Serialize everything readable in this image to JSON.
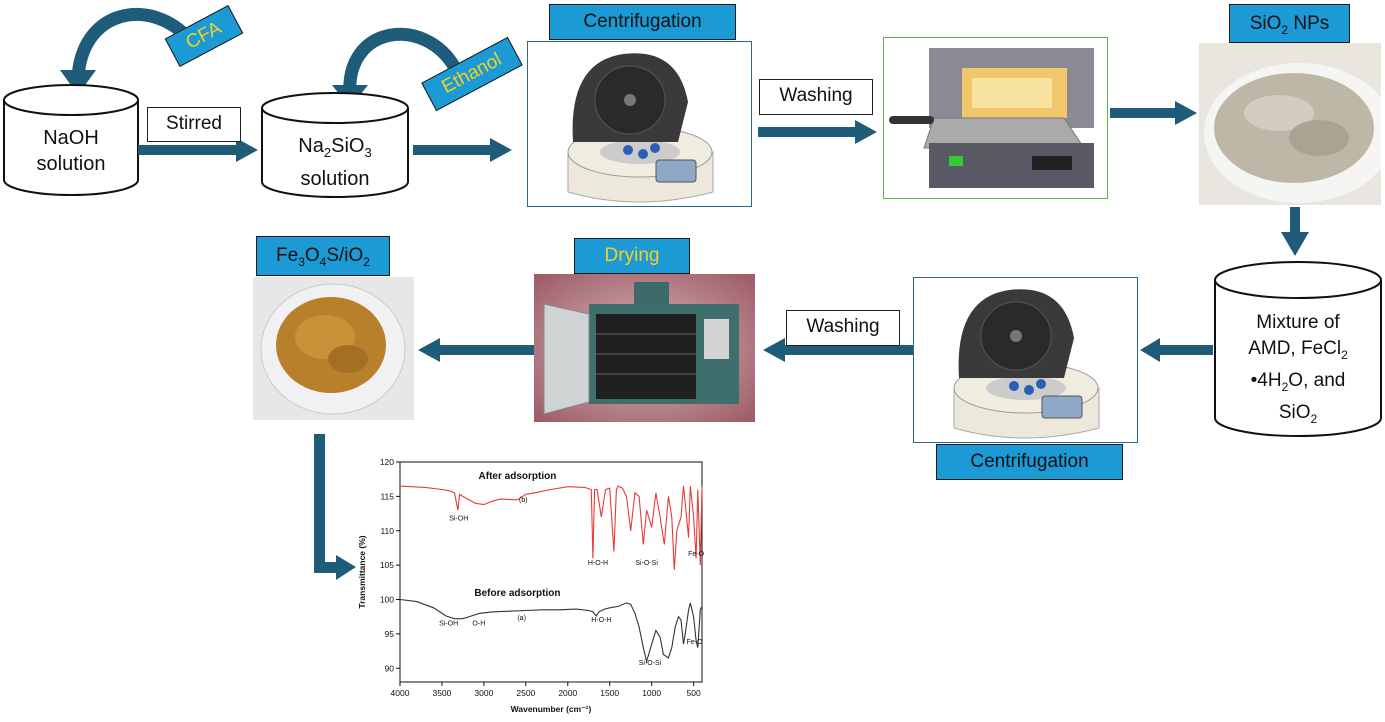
{
  "process": {
    "cfa": "CFA",
    "ethanol": "Ethanol",
    "naoh_line1": "NaOH",
    "naoh_line2": "solution",
    "stirred": "Stirred",
    "na2sio3_na": "Na",
    "na2sio3_2": "2",
    "na2sio3_sio": "SiO",
    "na2sio3_3": "3",
    "na2sio3_line2": "solution",
    "centrifugation_top": "Centrifugation",
    "washing_top": "Washing",
    "sio2_si": "SiO",
    "sio2_2": "2",
    "sio2_nps": " NPs",
    "mixture_l1": "Mixture of",
    "mixture_l2a": "AMD, FeCl",
    "mixture_l2b": "2",
    "mixture_l3a": "•4H",
    "mixture_l3b": "2",
    "mixture_l3c": "O, and",
    "mixture_l4a": "SiO",
    "mixture_l4b": "2",
    "centrifugation_bottom": "Centrifugation",
    "washing_bottom": "Washing",
    "drying": "Drying",
    "product_fe": "Fe",
    "product_3": "3",
    "product_o": "O",
    "product_4": "4",
    "product_rest": "S/iO",
    "product_2": "2"
  },
  "colors": {
    "arrow": "#1f5c7a",
    "title_box": "#1b9ad6",
    "yellow_text": "#f4d21e",
    "after_curve": "#e83a3a",
    "before_curve": "#333333"
  },
  "chart_data": {
    "type": "line",
    "xlabel": "Wavenumber (cm⁻¹)",
    "ylabel": "Transmittance (%)",
    "xlim": [
      4000,
      400
    ],
    "ylim": [
      88,
      120
    ],
    "xticks": [
      "4000",
      "3500",
      "3000",
      "2500",
      "2000",
      "1500",
      "1000",
      "500"
    ],
    "yticks": [
      "90",
      "95",
      "100",
      "105",
      "110",
      "115",
      "120"
    ],
    "series": [
      {
        "name": "After adsorption",
        "tag": "(b)",
        "x": [
          4000,
          3700,
          3500,
          3400,
          3350,
          3310,
          3290,
          3250,
          3100,
          3000,
          2900,
          2800,
          2600,
          2500,
          2400,
          2200,
          2000,
          1800,
          1720,
          1700,
          1680,
          1650,
          1600,
          1550,
          1500,
          1450,
          1420,
          1400,
          1350,
          1300,
          1250,
          1200,
          1150,
          1100,
          1060,
          1000,
          950,
          900,
          850,
          800,
          760,
          730,
          700,
          650,
          620,
          600,
          560,
          540,
          500,
          470,
          450,
          420,
          400
        ],
        "y": [
          116.5,
          116.3,
          116,
          115.8,
          115.5,
          113,
          115.3,
          115,
          114,
          113.8,
          114.3,
          114.6,
          114.5,
          115.3,
          115.5,
          116,
          116.4,
          116.3,
          116,
          106,
          116,
          116,
          112,
          116,
          116.2,
          107,
          116,
          116.5,
          116.2,
          115,
          110,
          115.5,
          115,
          108,
          113,
          110.5,
          115.5,
          112,
          108,
          115,
          112,
          104.3,
          110,
          112,
          116.5,
          114,
          109,
          116.5,
          112,
          106,
          116,
          105,
          116.5
        ]
      },
      {
        "name": "Before adsorption",
        "tag": "(a)",
        "x": [
          4000,
          3800,
          3600,
          3450,
          3350,
          3250,
          3150,
          3050,
          2900,
          2700,
          2500,
          2300,
          2100,
          1900,
          1750,
          1700,
          1660,
          1630,
          1560,
          1500,
          1400,
          1300,
          1250,
          1200,
          1150,
          1100,
          1060,
          1000,
          950,
          900,
          860,
          800,
          760,
          720,
          680,
          650,
          620,
          600,
          560,
          540,
          500,
          470,
          450,
          420,
          400
        ],
        "y": [
          100,
          99.7,
          98.8,
          97.6,
          97.2,
          97.2,
          97.6,
          98,
          98.2,
          98.3,
          98.4,
          98.5,
          98.5,
          98.6,
          98.4,
          98.2,
          97.6,
          98.2,
          98.6,
          98.8,
          99,
          99.5,
          99.3,
          98,
          96,
          93,
          91,
          93.5,
          95.5,
          94.5,
          92,
          91.5,
          93,
          96,
          97.5,
          97,
          93.5,
          95,
          98.5,
          99.5,
          97.5,
          94,
          93,
          98.5,
          99
        ]
      }
    ],
    "annotations": {
      "after": [
        {
          "text": "Si-OH",
          "x": 3300,
          "y": 111.5
        },
        {
          "text": "H-O-H",
          "x": 1640,
          "y": 105
        },
        {
          "text": "Si-O-Si",
          "x": 1060,
          "y": 105
        },
        {
          "text": "Fe-O",
          "x": 470,
          "y": 106.3
        }
      ],
      "before": [
        {
          "text": "Si-OH",
          "x": 3420,
          "y": 96.2
        },
        {
          "text": "O-H",
          "x": 3060,
          "y": 96.2
        },
        {
          "text": "H-O-H",
          "x": 1600,
          "y": 96.7
        },
        {
          "text": "Si-O-Si",
          "x": 1020,
          "y": 90.5
        },
        {
          "text": "Fe-O",
          "x": 490,
          "y": 93.5
        }
      ]
    }
  }
}
